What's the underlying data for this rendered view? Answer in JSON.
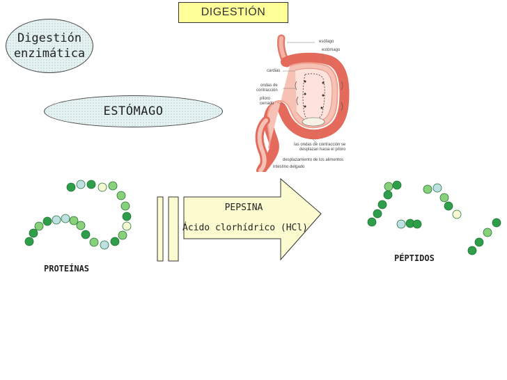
{
  "header": {
    "title": "DIGESTIÓN"
  },
  "enzymatic_oval": {
    "line1": "Digestión",
    "line2": "enzimática"
  },
  "organ_oval": {
    "label": "ESTÓMAGO"
  },
  "illustration": {
    "labels": {
      "esofago": "esófago",
      "estomago": "estómago",
      "cardias": "cardias",
      "ondas1": "ondas de",
      "ondas2": "contracción",
      "piloro1": "píloro",
      "piloro2": "cerrado",
      "desplazan1": "las ondas de contracción se",
      "desplazan2": "desplazan hacia el píloro",
      "alimentos": "desplazamiento de los alimentos",
      "intestino": "intestino delgado"
    }
  },
  "reaction": {
    "enzyme": "PEPSINA",
    "acid": "Ácido clorhídrico (HCl)"
  },
  "substrate": {
    "label": "PROTEÍNAS"
  },
  "product": {
    "label": "PÉPTIDOS"
  },
  "colors": {
    "bead_dark_green": "#2e9e4a",
    "bead_light_green": "#88d07a",
    "bead_cream": "#f4f7d2",
    "bead_light_blue": "#bfe0e3",
    "arrow_fill": "#fdfcd0",
    "title_fill": "#ffff99"
  }
}
